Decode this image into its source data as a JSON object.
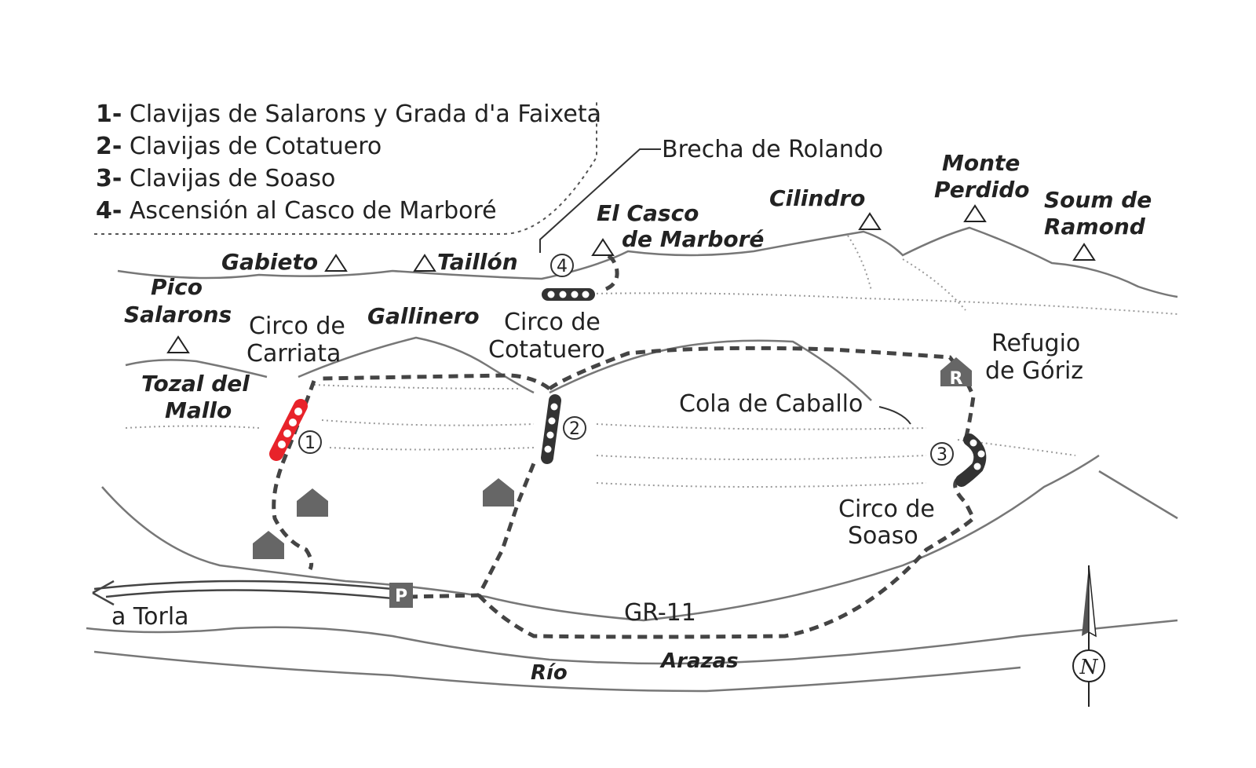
{
  "legend": {
    "items": [
      {
        "num": "1-",
        "text": "Clavijas de Salarons y Grada d'a Faixeta"
      },
      {
        "num": "2-",
        "text": "Clavijas de Cotatuero"
      },
      {
        "num": "3-",
        "text": "Clavijas de Soaso"
      },
      {
        "num": "4-",
        "text": "Ascensión al Casco de Marboré"
      }
    ]
  },
  "peaks": {
    "gabieto": "Gabieto",
    "taillon": "Taillón",
    "casco_1": "El Casco",
    "casco_2": "de Marboré",
    "cilindro": "Cilindro",
    "monte_1": "Monte",
    "monte_2": "Perdido",
    "soum_1": "Soum de",
    "soum_2": "Ramond",
    "pico_1": "Pico",
    "pico_2": "Salarons",
    "gallinero": "Gallinero",
    "tozal_1": "Tozal del",
    "tozal_2": "Mallo"
  },
  "places": {
    "brecha": "Brecha de Rolando",
    "carriata_1": "Circo de",
    "carriata_2": "Carriata",
    "cotatuero_1": "Circo de",
    "cotatuero_2": "Cotatuero",
    "refugio_1": "Refugio",
    "refugio_2": "de Góriz",
    "cola": "Cola de Caballo",
    "soaso_1": "Circo de",
    "soaso_2": "Soaso",
    "torla": "a Torla",
    "gr11": "GR-11",
    "rio": "Río",
    "arazas": "Arazas"
  },
  "markers": {
    "m1": "1",
    "m2": "2",
    "m3": "3",
    "m4": "4",
    "parking": "P",
    "refuge": "R",
    "north": "N"
  },
  "colors": {
    "trail": "#444444",
    "route_1": "#e8232a",
    "route_other": "#333333",
    "relief": "#777777"
  }
}
